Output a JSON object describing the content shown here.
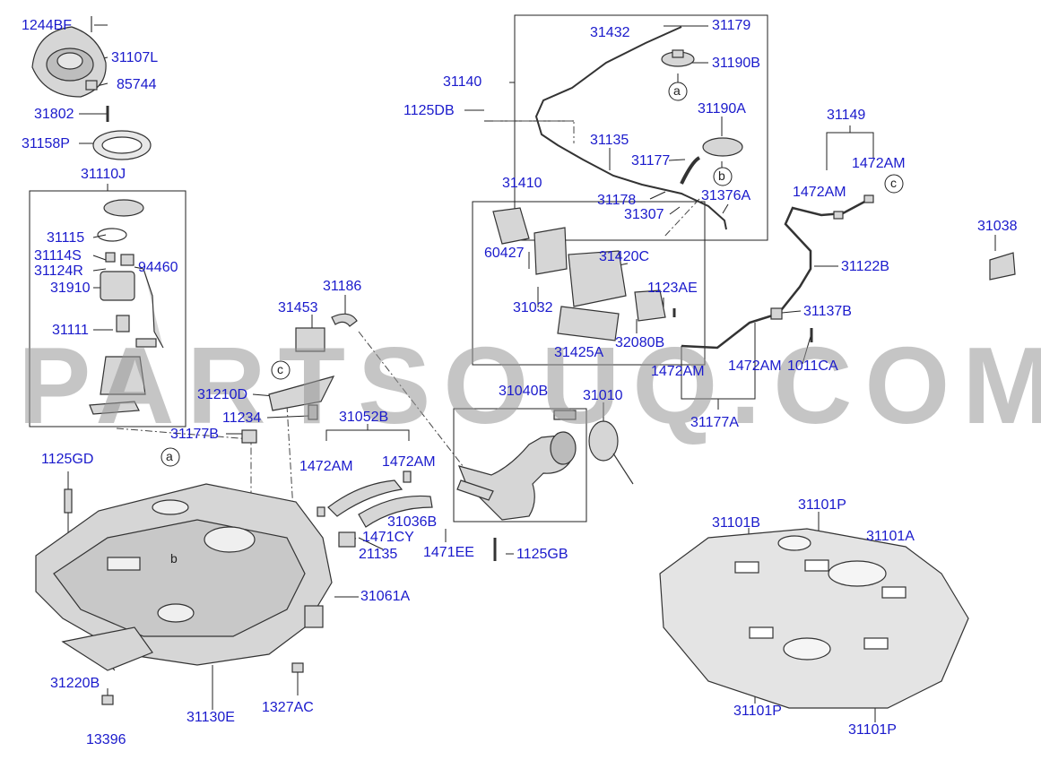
{
  "diagram": {
    "watermark": "PARTSOUQ.COM",
    "colors": {
      "label": "#1a1acc",
      "line": "#222222",
      "part_stroke": "#333333",
      "part_fill": "#d6d6d6",
      "watermark": "#969696"
    },
    "callouts": {
      "a": "a",
      "b": "b",
      "c": "c"
    },
    "labels": {
      "l1244BF": "1244BF",
      "l31107L": "31107L",
      "l85744": "85744",
      "l31802": "31802",
      "l31158P": "31158P",
      "l31110J": "31110J",
      "l31115": "31115",
      "l31114S": "31114S",
      "l31124R": "31124R",
      "l94460": "94460",
      "l31910": "31910",
      "l31111": "31111",
      "l31453": "31453",
      "l31186": "31186",
      "l31210D": "31210D",
      "l11234": "11234",
      "l31177B": "31177B",
      "l31052B": "31052B",
      "l1472AM_a": "1472AM",
      "l1472AM_b": "1472AM",
      "l31036B": "31036B",
      "l1471CY": "1471CY",
      "l21135": "21135",
      "l1471EE": "1471EE",
      "l31061A": "31061A",
      "l1125GD": "1125GD",
      "l31220B": "31220B",
      "l13396": "13396",
      "l31130E": "31130E",
      "l1327AC": "1327AC",
      "l31040B": "31040B",
      "l31010": "31010",
      "l1125GB": "1125GB",
      "l31432": "31432",
      "l31179": "31179",
      "l31140": "31140",
      "l31190B": "31190B",
      "l1125DB": "1125DB",
      "l31190A": "31190A",
      "l31135": "31135",
      "l31177": "31177",
      "l31178": "31178",
      "l31376A": "31376A",
      "l31307": "31307",
      "l31410": "31410",
      "l60427": "60427",
      "l31420C": "31420C",
      "l1123AE": "1123AE",
      "l31032": "31032",
      "l32080B": "32080B",
      "l31425A": "31425A",
      "l1472AM_c": "1472AM",
      "l1472AM_d": "1472AM",
      "l1011CA": "1011CA",
      "l31137B": "31137B",
      "l31177A": "31177A",
      "l31122B": "31122B",
      "l31149": "31149",
      "l1472AM_e": "1472AM",
      "l1472AM_f": "1472AM",
      "l31038": "31038",
      "l31101B": "31101B",
      "l31101P_a": "31101P",
      "l31101A": "31101A",
      "l31101P_b": "31101P",
      "l31101P_c": "31101P"
    }
  }
}
